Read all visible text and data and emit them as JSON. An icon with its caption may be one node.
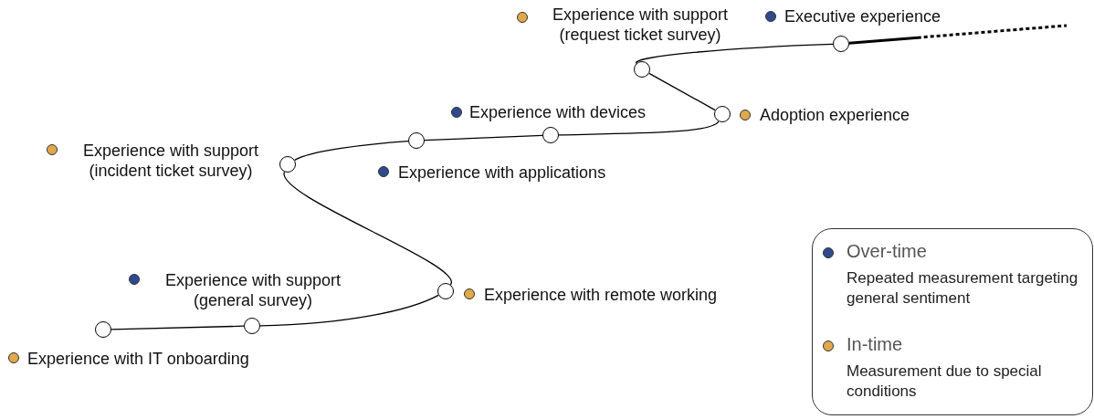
{
  "diagram": {
    "nodes": [
      {
        "text": [],
        "shape": "circle",
        "beside": [
          "Experience with IT onboarding"
        ]
      },
      {
        "text": [],
        "shape": "circle",
        "beside": [
          "Experience with support (general survey)"
        ]
      },
      {
        "text": [],
        "shape": "circle",
        "beside": [
          "Experience with remote working"
        ]
      },
      {
        "text": [],
        "shape": "circle",
        "beside": [
          "Experience with support (incident ticket survey)"
        ]
      },
      {
        "text": [],
        "shape": "circle",
        "beside": [
          "Experience with applications"
        ]
      },
      {
        "text": [],
        "shape": "circle",
        "beside": [
          "Experience with devices"
        ]
      },
      {
        "text": [],
        "shape": "circle",
        "beside": [
          "Adoption experience"
        ]
      },
      {
        "text": [],
        "shape": "circle",
        "beside": [
          "Experience with support (request ticket survey)"
        ]
      },
      {
        "text": [],
        "shape": "circle",
        "beside": [
          "Executive experience"
        ]
      }
    ],
    "edges": [
      {
        "from": 0,
        "to": 1,
        "arrow": "none"
      },
      {
        "from": 1,
        "to": 2,
        "arrow": "none"
      },
      {
        "from": 2,
        "to": 3,
        "arrow": "none"
      },
      {
        "from": 3,
        "to": 4,
        "arrow": "none"
      },
      {
        "from": 4,
        "to": 5,
        "arrow": "none"
      },
      {
        "from": 5,
        "to": 6,
        "arrow": "none"
      },
      {
        "from": 6,
        "to": 7,
        "arrow": "none"
      },
      {
        "from": 7,
        "to": 8,
        "arrow": "none"
      },
      {
        "from": 8,
        "to": null,
        "arrow": "none",
        "style": "dashed"
      }
    ],
    "labels": [
      "Repeated measurement targeting general sentiment",
      "Measurement due to special conditions"
    ],
    "legend": [
      {
        "text": "Over-time",
        "color": "#2e4a8c"
      },
      {
        "text": "In-time",
        "color": "#e0a84a"
      }
    ]
  }
}
